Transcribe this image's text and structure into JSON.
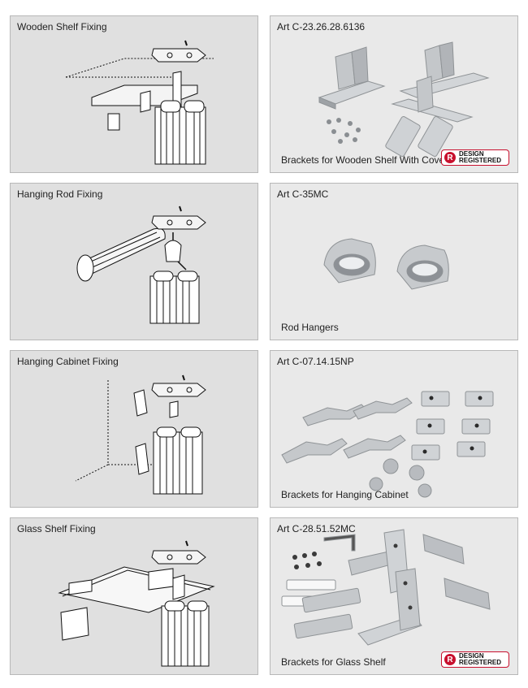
{
  "rows": [
    {
      "fixing_title": "Wooden Shelf Fixing",
      "art_number": "Art C-23.26.28.6136",
      "caption": "Brackets for Wooden Shelf With Cover",
      "badge": {
        "symbol": "R",
        "line1": "DESIGN",
        "line2": "REGISTERED"
      }
    },
    {
      "fixing_title": "Hanging Rod Fixing",
      "art_number": "Art C-35MC",
      "caption": "Rod Hangers"
    },
    {
      "fixing_title": "Hanging Cabinet Fixing",
      "art_number": "Art C-07.14.15NP",
      "caption": "Brackets for Hanging Cabinet"
    },
    {
      "fixing_title": "Glass Shelf Fixing",
      "art_number": "Art C-28.51.52MC",
      "caption": "Brackets for Glass Shelf",
      "badge": {
        "symbol": "R",
        "line1": "DESIGN",
        "line2": "REGISTERED"
      }
    }
  ],
  "colors": {
    "badge_red": "#c8102e",
    "left_panel_bg": "#e0e0e0",
    "right_panel_bg": "#e9e9e9",
    "metal": "#bfc2c5"
  }
}
